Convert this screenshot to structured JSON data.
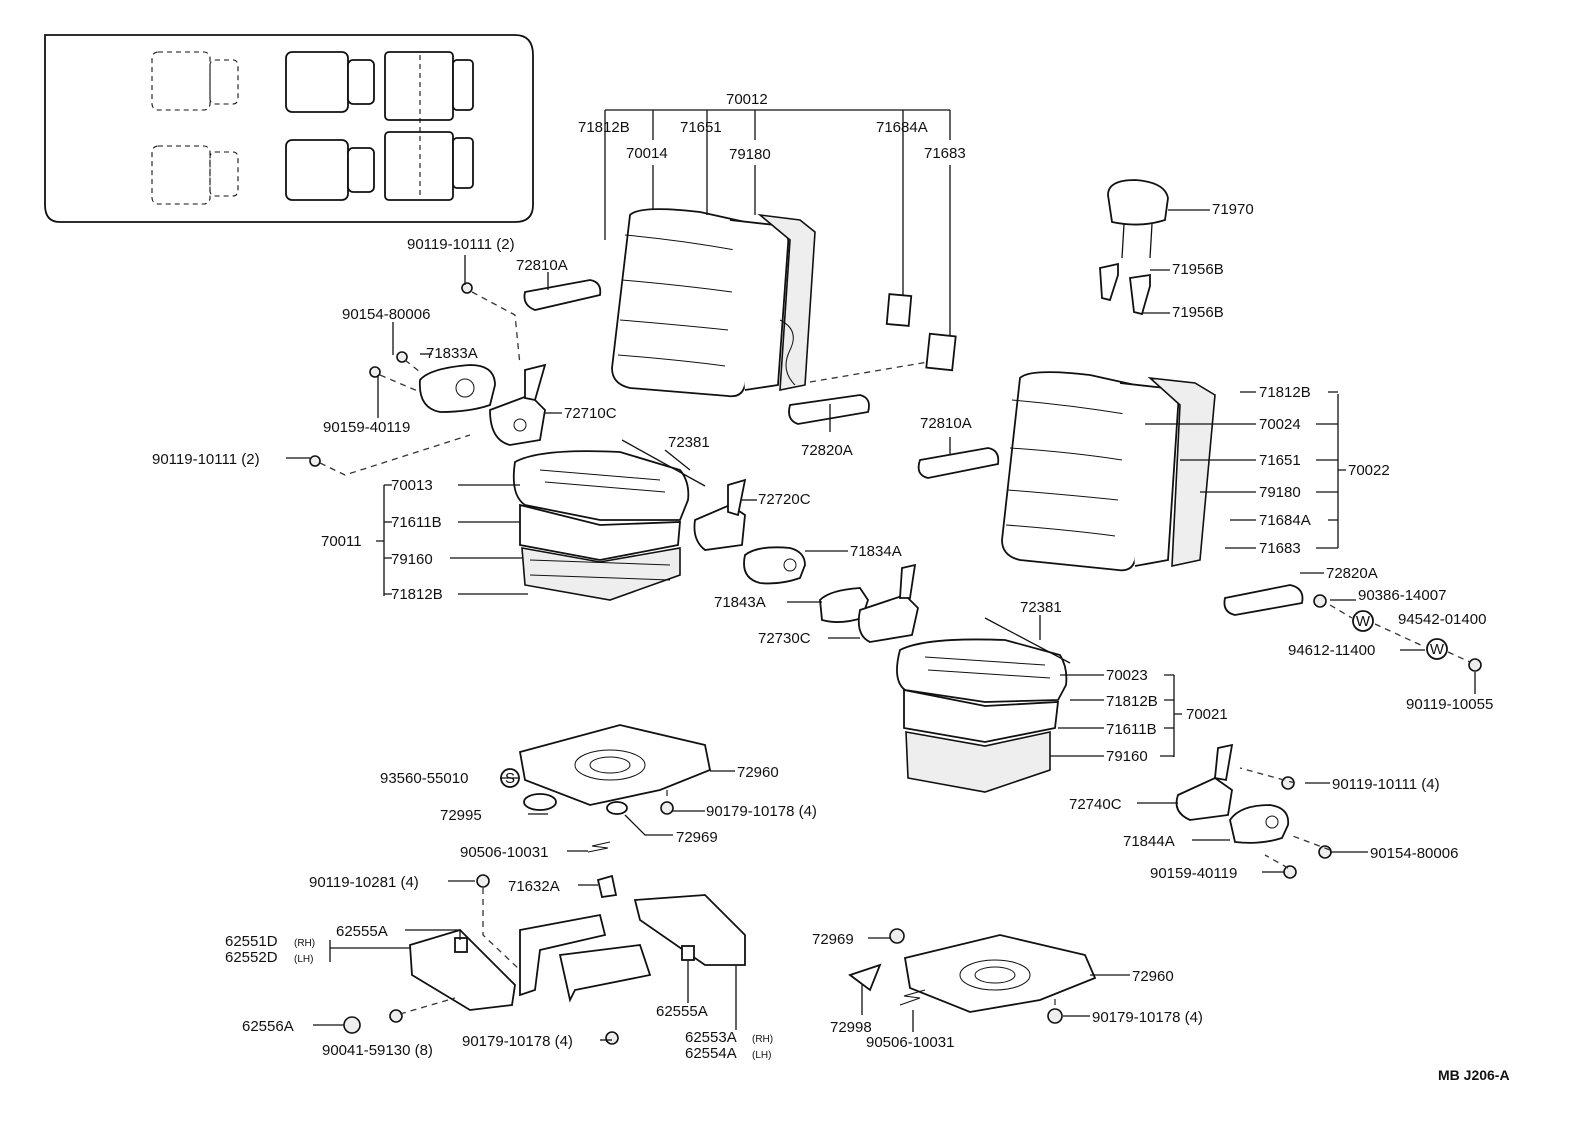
{
  "diagram_code": "MB J206-A",
  "labels": {
    "p70012": "70012",
    "p71812B_a": "71812B",
    "p71651_a": "71651",
    "p70014": "70014",
    "p79180_a": "79180",
    "p71684A_a": "71684A",
    "p71683_a": "71683",
    "p90119_10111_2a": "90119-10111 (2)",
    "p72810A_a": "72810A",
    "p90154_80006_a": "90154-80006",
    "p71833A": "71833A",
    "p72710C": "72710C",
    "p90159_40119_a": "90159-40119",
    "p90119_10111_2b": "90119-10111 (2)",
    "p72381_a": "72381",
    "p72820A_a": "72820A",
    "p70013": "70013",
    "p71611B_a": "71611B",
    "p70011": "70011",
    "p79160_a": "79160",
    "p71812B_b": "71812B",
    "p72720C": "72720C",
    "p71834A": "71834A",
    "p71843A": "71843A",
    "p72730C": "72730C",
    "p71970": "71970",
    "p71956B_a": "71956B",
    "p71956B_b": "71956B",
    "p71812B_c": "71812B",
    "p70024": "70024",
    "p71651_b": "71651",
    "p70022": "70022",
    "p79180_b": "79180",
    "p71684A_b": "71684A",
    "p71683_b": "71683",
    "p72810A_b": "72810A",
    "p72820A_b": "72820A",
    "p90386_14007": "90386-14007",
    "p94542_01400": "94542-01400",
    "p94612_11400": "94612-11400",
    "p90119_10055": "90119-10055",
    "p72381_b": "72381",
    "p70023": "70023",
    "p71812B_d": "71812B",
    "p71611B_b": "71611B",
    "p70021": "70021",
    "p79160_b": "79160",
    "p93560_55010": "93560-55010",
    "p72960_a": "72960",
    "p72995": "72995",
    "p90179_10178_4a": "90179-10178 (4)",
    "p72969_a": "72969",
    "p90506_10031_a": "90506-10031",
    "p90119_10281": "90119-10281 (4)",
    "p71632A": "71632A",
    "p62551D": "62551D",
    "p62552D": "62552D",
    "p62555A_a": "62555A",
    "p62555A_b": "62555A",
    "p62553A": "62553A",
    "p62554A": "62554A",
    "p62556A": "62556A",
    "p90041_59130": "90041-59130 (8)",
    "p90179_10178_4b": "90179-10178 (4)",
    "p90119_10111_4": "90119-10111 (4)",
    "p72740C": "72740C",
    "p71844A": "71844A",
    "p90154_80006_b": "90154-80006",
    "p90159_40119_b": "90159-40119",
    "p72969_b": "72969",
    "p72960_b": "72960",
    "p72998": "72998",
    "p90179_10178_4c": "90179-10178 (4)",
    "p90506_10031_b": "90506-10031",
    "rh_a": "(RH)",
    "lh_a": "(LH)",
    "rh_b": "(RH)",
    "lh_b": "(LH)",
    "washer_s": "S",
    "washer_w1": "W",
    "washer_w2": "W"
  }
}
